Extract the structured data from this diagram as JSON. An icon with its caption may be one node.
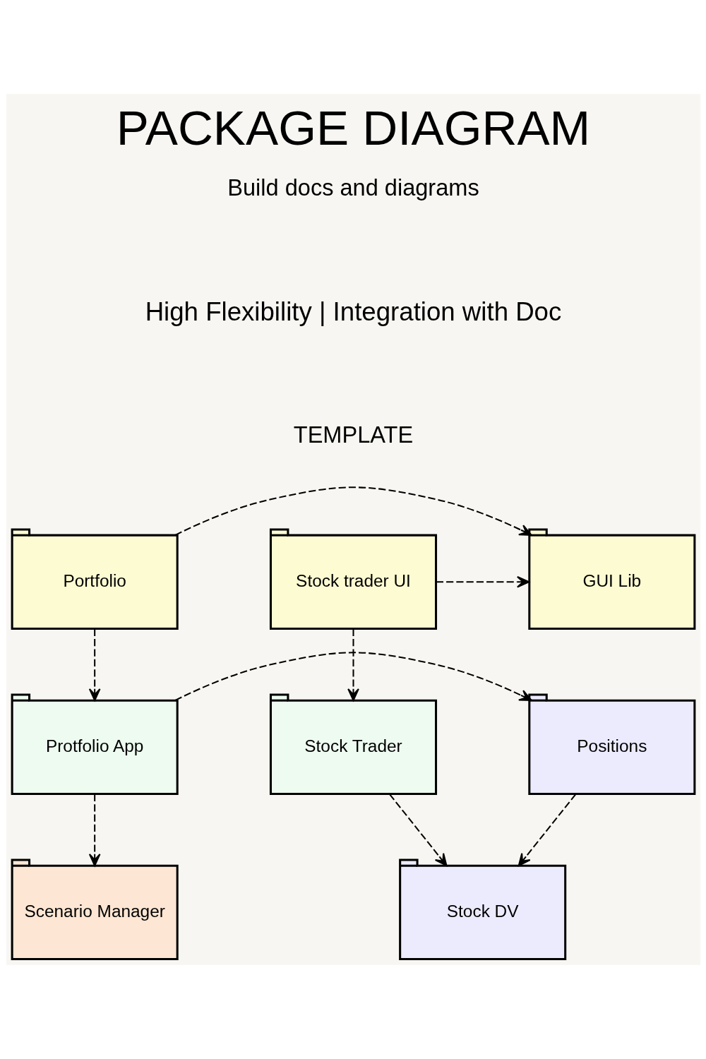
{
  "diagram": {
    "title": "PACKAGE DIAGRAM",
    "nodes": [
      {
        "text": [
          "Stock trader UI"
        ]
      },
      {
        "text": [
          "GUI Lib"
        ]
      },
      {
        "text": [
          "Portfolio"
        ]
      },
      {
        "text": [
          "Stock Trader"
        ]
      },
      {
        "text": [
          "Protfolio App"
        ]
      },
      {
        "text": [
          "Positions"
        ]
      },
      {
        "text": [
          "Scenario Manager"
        ]
      },
      {
        "text": [
          "Stock DV"
        ]
      }
    ],
    "edges": [
      {
        "from": 0,
        "to": 1,
        "arrow": "to",
        "style": "dashed"
      },
      {
        "from": 2,
        "to": 1,
        "arrow": "to",
        "style": "dashed"
      },
      {
        "from": 0,
        "to": 3,
        "arrow": "to",
        "style": "dashed"
      },
      {
        "from": 2,
        "to": 4,
        "arrow": "to",
        "style": "dashed"
      },
      {
        "from": 4,
        "to": 5,
        "arrow": "to",
        "style": "dashed"
      },
      {
        "from": 4,
        "to": 6,
        "arrow": "to",
        "style": "dashed"
      },
      {
        "from": 3,
        "to": 7,
        "arrow": "to",
        "style": "dashed"
      },
      {
        "from": 5,
        "to": 7,
        "arrow": "to",
        "style": "dashed"
      }
    ],
    "labels": [
      "Build docs and diagrams",
      "High Flexibility | Integration with Doc",
      "TEMPLATE"
    ]
  }
}
